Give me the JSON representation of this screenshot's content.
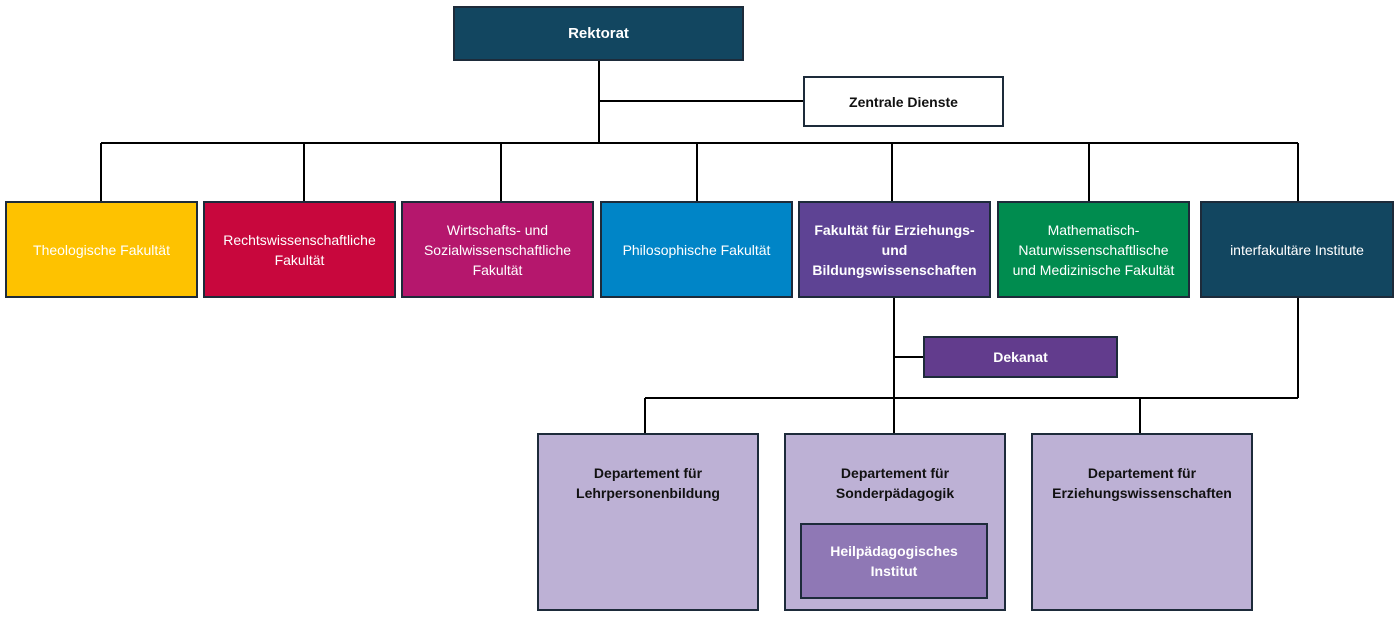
{
  "colors": {
    "line": "#000000",
    "border": "#1d2b3a",
    "rektorat": "#124660",
    "zentrale": "#ffffff",
    "theologie": "#fec200",
    "recht": "#c8073d",
    "wirtschaft": "#b5176d",
    "philosophie": "#0085c7",
    "erziehung": "#5e4394",
    "mathematik": "#008c4f",
    "interfakultaer": "#124660",
    "dekanat": "#623c8d",
    "departement": "#bdb1d5",
    "heilpaedagogik": "#8f78b5"
  },
  "org_chart": {
    "rektorat": "Rektorat",
    "zentrale_dienste": "Zentrale Dienste",
    "faculties": {
      "theologie": "Theologische Fakultät",
      "recht": "Rechtswissenschaftliche\nFakultät",
      "wirtschaft": "Wirtschafts- und\nSozialwissenschaftliche\nFakultät",
      "philosophie": "Philosophische Fakultät",
      "erziehung": "Fakultät für Erziehungs-\nund\nBildungswissenschaften",
      "mathematik": "Mathematisch-\nNaturwissenschaftlische\nund Medizinische Fakultät",
      "interfakultaer": "interfakultäre Institute"
    },
    "dekanat": "Dekanat",
    "departements": {
      "lehrpersonen": "Departement für\nLehrpersonenbildung",
      "sonderpaedagogik": "Departement für\nSonderpädagogik",
      "erziehungswissenschaften": "Departement für\nErziehungswissenschaften"
    },
    "heilpaedagogisches_institut": "Heilpädagogisches\nInstitut"
  }
}
